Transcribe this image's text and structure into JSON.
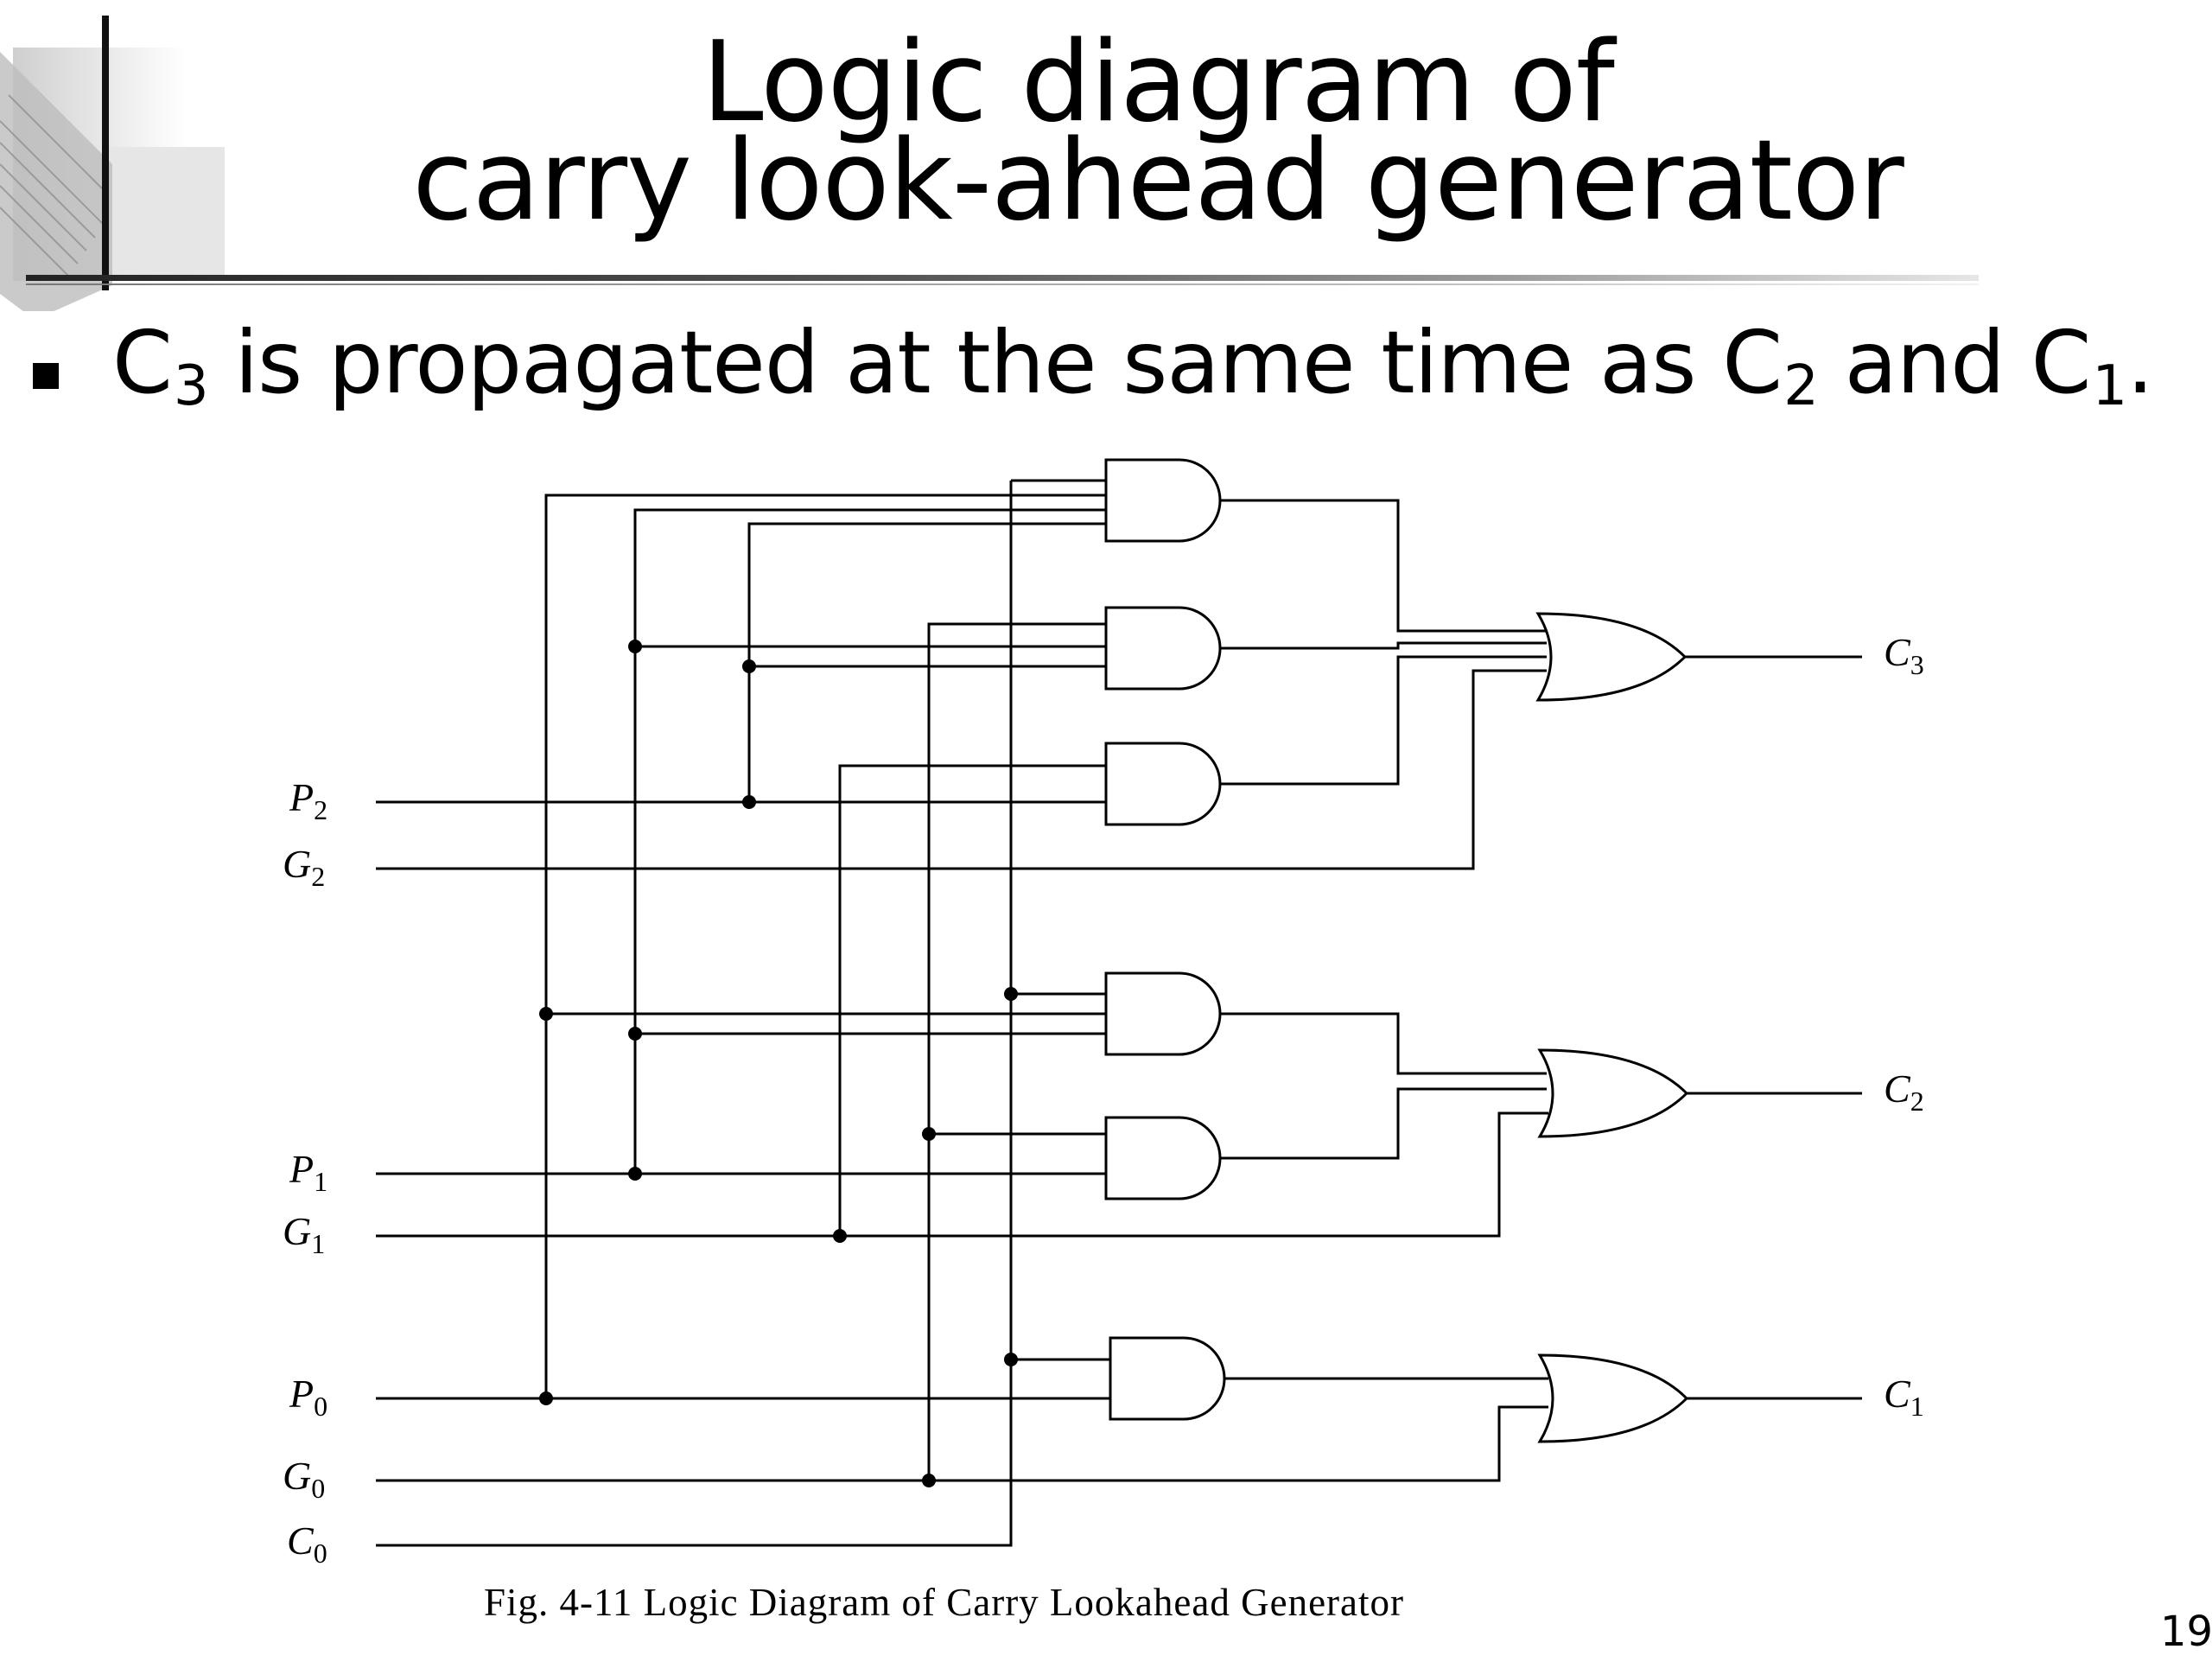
{
  "title": {
    "line1": "Logic diagram of",
    "line2": "carry look-ahead generator"
  },
  "bullet": {
    "parts": [
      "",
      " is propagated at the same time as ",
      " and ",
      "."
    ],
    "terms": [
      {
        "base": "C",
        "sub": "3"
      },
      {
        "base": "C",
        "sub": "2"
      },
      {
        "base": "C",
        "sub": "1"
      }
    ]
  },
  "diagram": {
    "inputs": [
      {
        "base": "P",
        "sub": "2"
      },
      {
        "base": "G",
        "sub": "2"
      },
      {
        "base": "P",
        "sub": "1"
      },
      {
        "base": "G",
        "sub": "1"
      },
      {
        "base": "P",
        "sub": "0"
      },
      {
        "base": "G",
        "sub": "0"
      },
      {
        "base": "C",
        "sub": "0"
      }
    ],
    "outputs": [
      {
        "base": "C",
        "sub": "3"
      },
      {
        "base": "C",
        "sub": "2"
      },
      {
        "base": "C",
        "sub": "1"
      }
    ],
    "gates": {
      "and": 6,
      "or": 3
    }
  },
  "caption": "Fig. 4-11  Logic Diagram of Carry Lookahead Generator",
  "page_number": "19"
}
